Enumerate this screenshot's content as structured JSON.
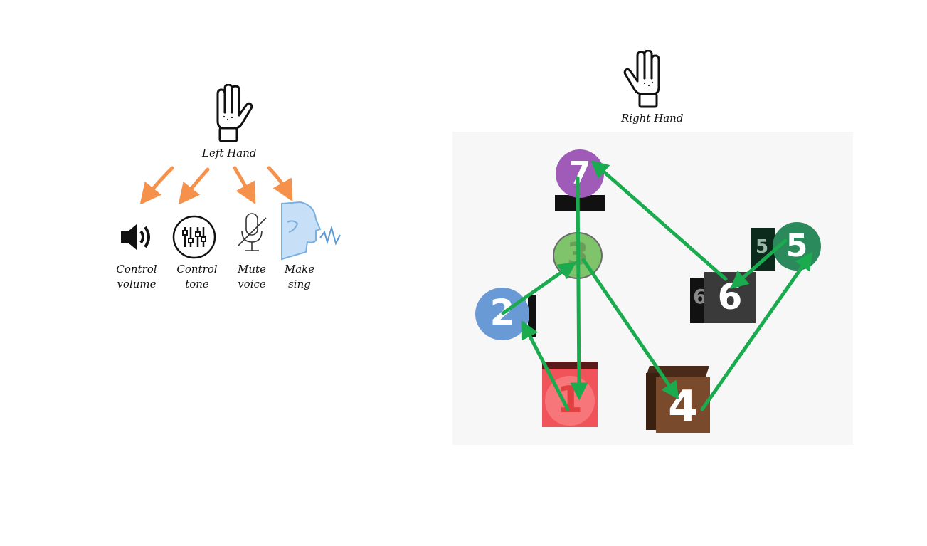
{
  "left_hand": {
    "label": "Left Hand",
    "actions": [
      {
        "icon": "speaker-icon",
        "line1": "Control",
        "line2": "volume"
      },
      {
        "icon": "equalizer-icon",
        "line1": "Control",
        "line2": "tone"
      },
      {
        "icon": "muted-microphone-icon",
        "line1": "Mute",
        "line2": "voice"
      },
      {
        "icon": "singing-head-icon",
        "line1": "Make",
        "line2": "sing"
      }
    ]
  },
  "right_hand": {
    "label": "Right Hand",
    "blocks": [
      {
        "number": "1",
        "color": "#f0545a"
      },
      {
        "number": "2",
        "color": "#6a9ad6"
      },
      {
        "number": "3",
        "color": "#7fc46a"
      },
      {
        "number": "4",
        "color": "#7a4a2c"
      },
      {
        "number": "5",
        "color": "#2b8a5c"
      },
      {
        "number": "6",
        "color": "#3a3a3a"
      },
      {
        "number": "7",
        "color": "#a05bb8"
      }
    ],
    "path_sequence": [
      "1",
      "2",
      "3",
      "4",
      "5",
      "6",
      "7",
      "1"
    ],
    "arrow_color": "#1aab4f",
    "orange_arrow_color": "#f5914b"
  }
}
